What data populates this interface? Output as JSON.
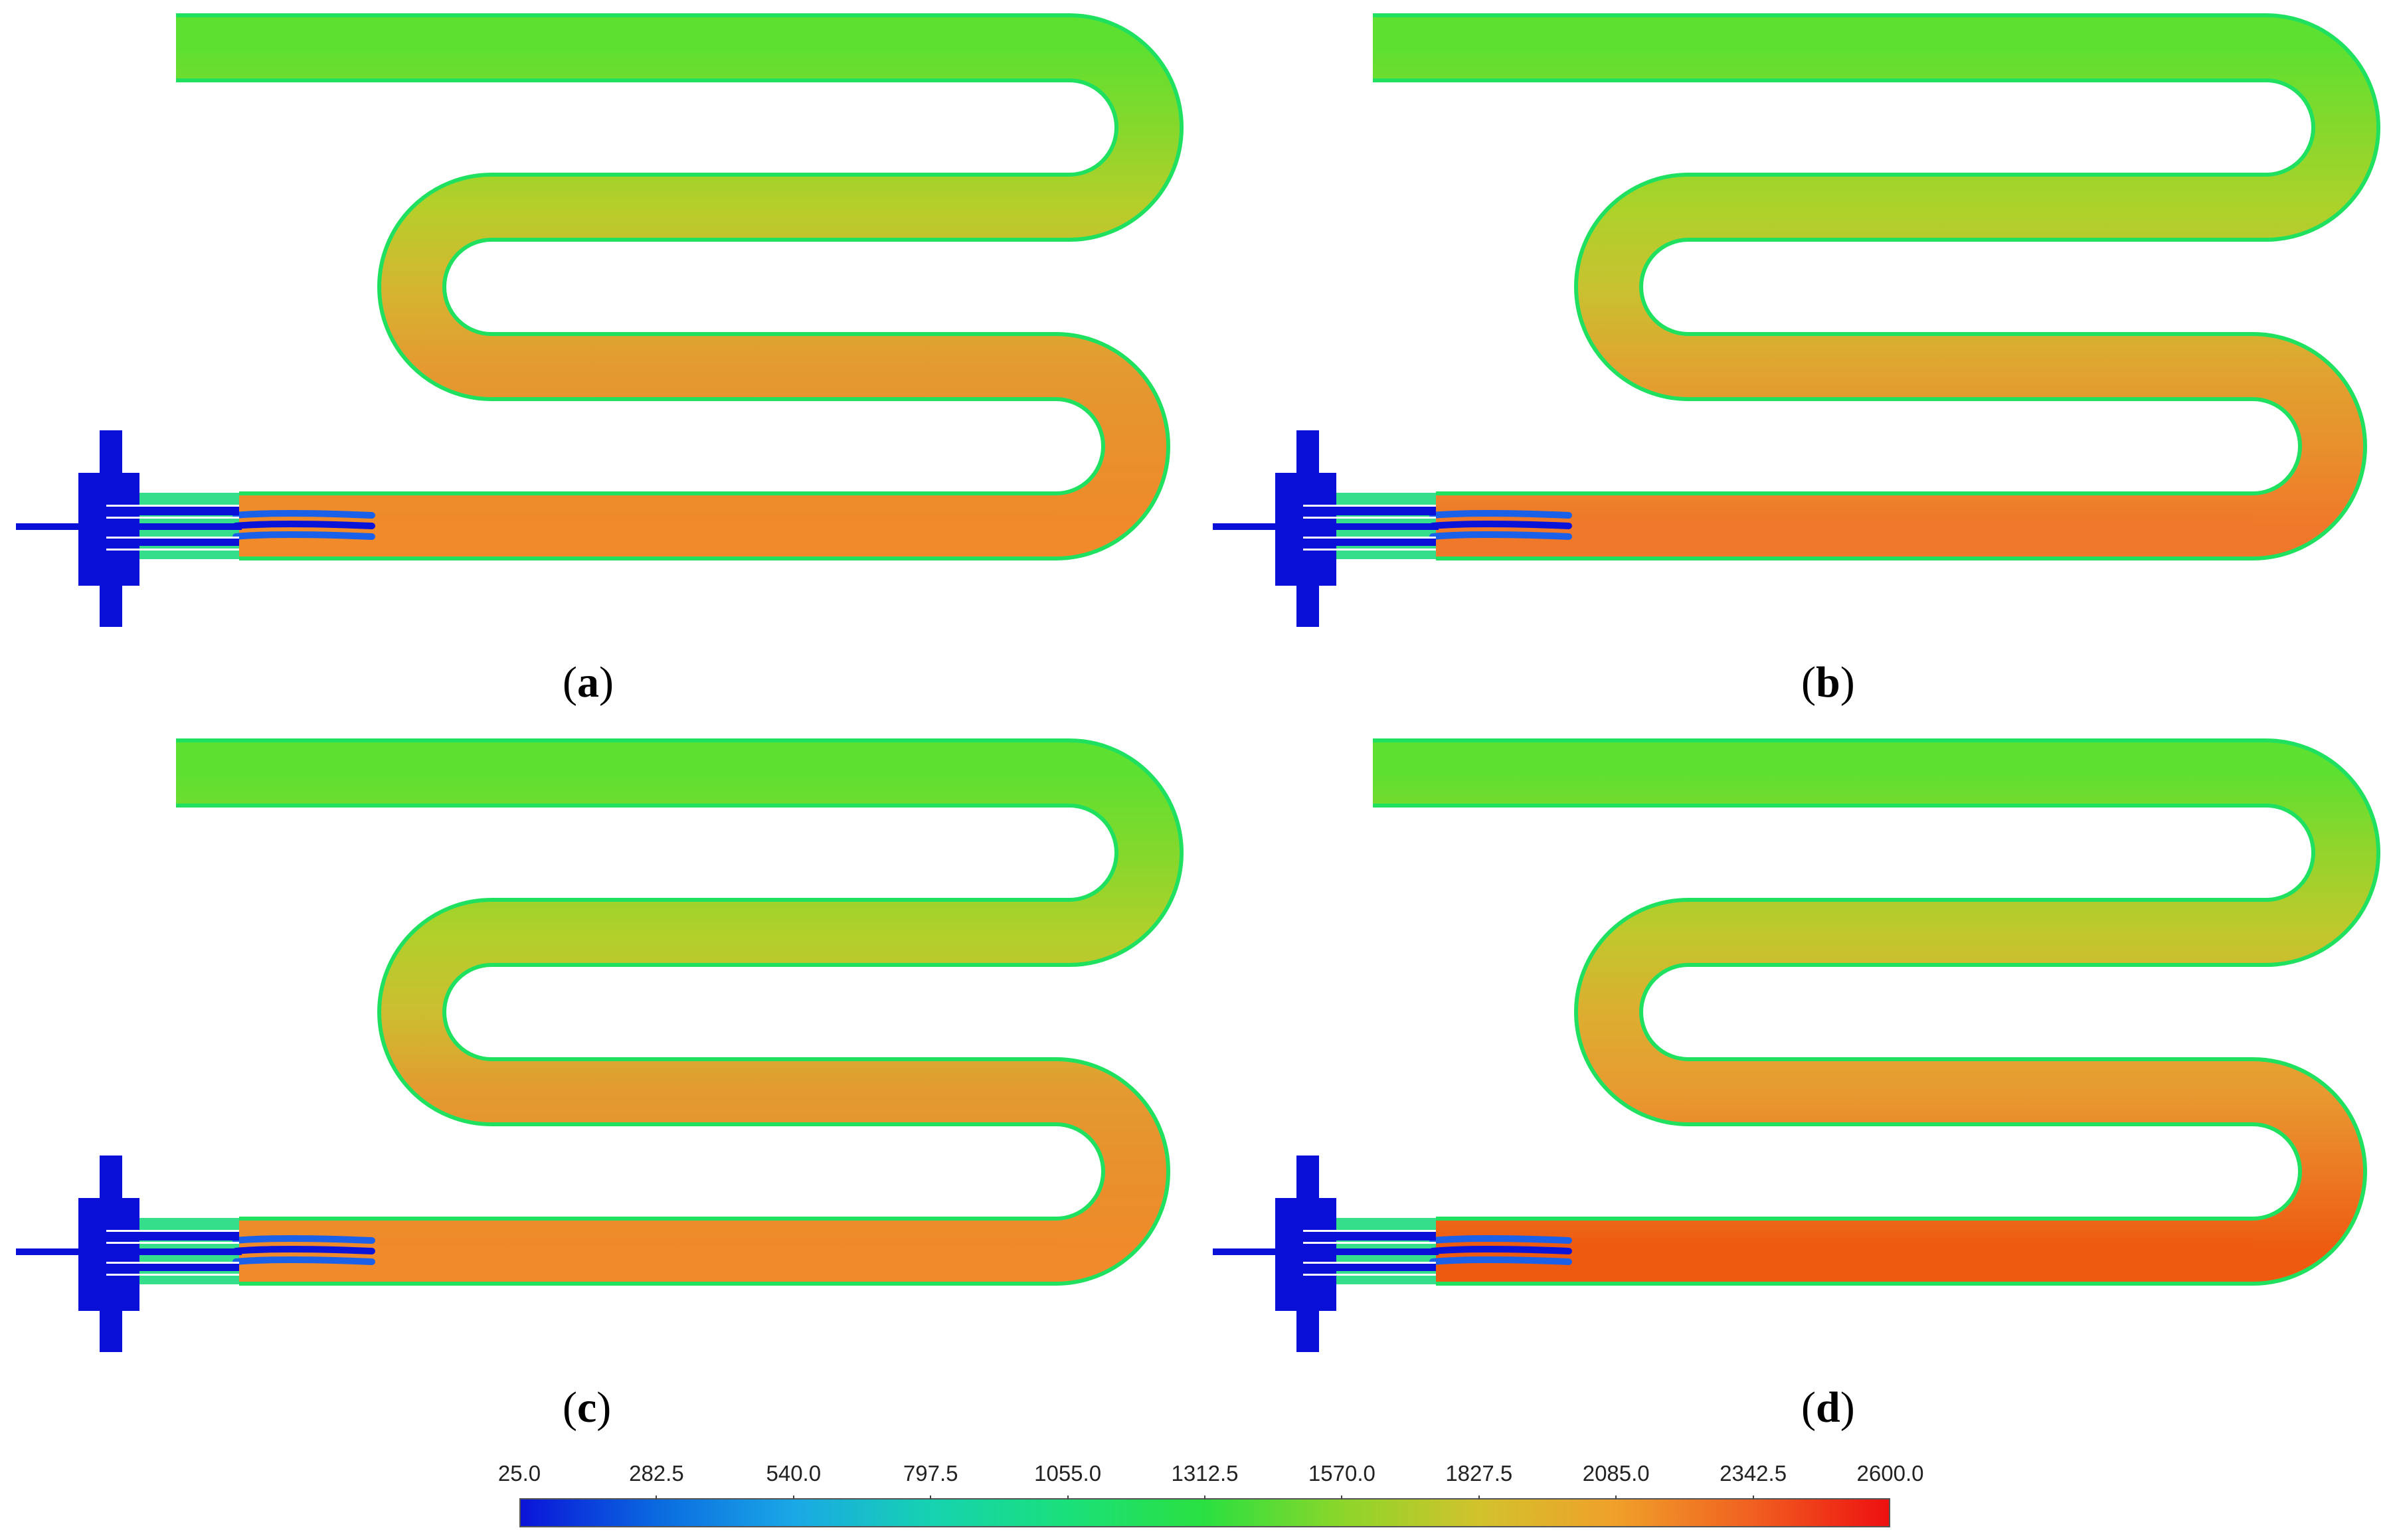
{
  "panels": [
    {
      "id": "a",
      "label": "a",
      "inlet_fill": "#34de8a",
      "bands": [
        "#f08a2a",
        "#e8902c",
        "#e49a30",
        "#d4b630",
        "#b6ce2a",
        "#86d82c",
        "#5ee030"
      ]
    },
    {
      "id": "b",
      "label": "b",
      "inlet_fill": "#34de8a",
      "bands": [
        "#f0782a",
        "#e8902c",
        "#e0a430",
        "#c8c230",
        "#acd22a",
        "#86d82c",
        "#5ee030"
      ]
    },
    {
      "id": "c",
      "label": "c",
      "inlet_fill": "#34de8a",
      "bands": [
        "#f08a2a",
        "#e8902c",
        "#e49a30",
        "#ccbe30",
        "#b0d02a",
        "#84d82c",
        "#5ee030"
      ]
    },
    {
      "id": "d",
      "label": "d",
      "inlet_fill": "#34de8a",
      "bands": [
        "#ee5a10",
        "#ec7a24",
        "#e89a30",
        "#dcae30",
        "#c0c82c",
        "#94d42c",
        "#5ee030"
      ]
    }
  ],
  "colorbar": {
    "ticks": [
      "25.0",
      "282.5",
      "540.0",
      "797.5",
      "1055.0",
      "1312.5",
      "1570.0",
      "1827.5",
      "2085.0",
      "2342.5",
      "2600.0"
    ],
    "min": 25.0,
    "max": 2600.0,
    "colors": [
      "#0a14d8",
      "#0a6ae0",
      "#1aa8e6",
      "#16d2b0",
      "#1ae07a",
      "#2ae040",
      "#8cd62a",
      "#d2c22c",
      "#f0a02a",
      "#f06020",
      "#ee1010"
    ]
  },
  "colors": {
    "burner": "#0a10d8",
    "tube_wall": "#20e060"
  }
}
